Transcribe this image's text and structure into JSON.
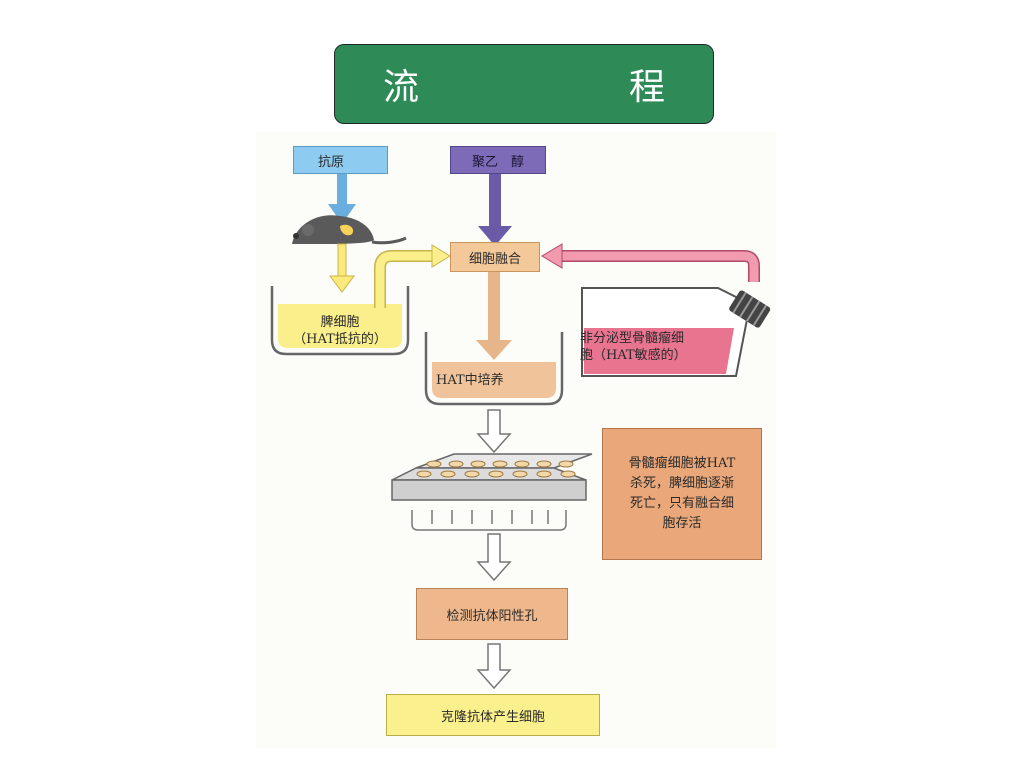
{
  "title": "流　　程",
  "nodes": {
    "antigen": "抗原",
    "peg": "聚乙　醇",
    "fusion": "细胞融合",
    "spleen_line1": "脾细胞",
    "spleen_line2": "（HAT抵抗的）",
    "myeloma_line1": "非分泌型骨髓瘤细",
    "myeloma_line2": "胞（HAT敏感的）",
    "hat_culture": "HAT中培养",
    "note_line1": "骨髓瘤细胞被HAT",
    "note_line2": "杀死，脾细胞逐渐",
    "note_line3": "死亡，只有融合细",
    "note_line4": "胞存活",
    "screen": "检测抗体阳性孔",
    "clone": "克隆抗体产生细胞"
  },
  "colors": {
    "title_bg": "#2e8b57",
    "antigen": "#8ecbf0",
    "peg": "#7d6bb8",
    "fusion": "#f3c99a",
    "spleen": "#fbef8c",
    "myeloma": "#e8748f",
    "note": "#e9a77a",
    "screen": "#eeb88c",
    "clone": "#fbf08e"
  }
}
